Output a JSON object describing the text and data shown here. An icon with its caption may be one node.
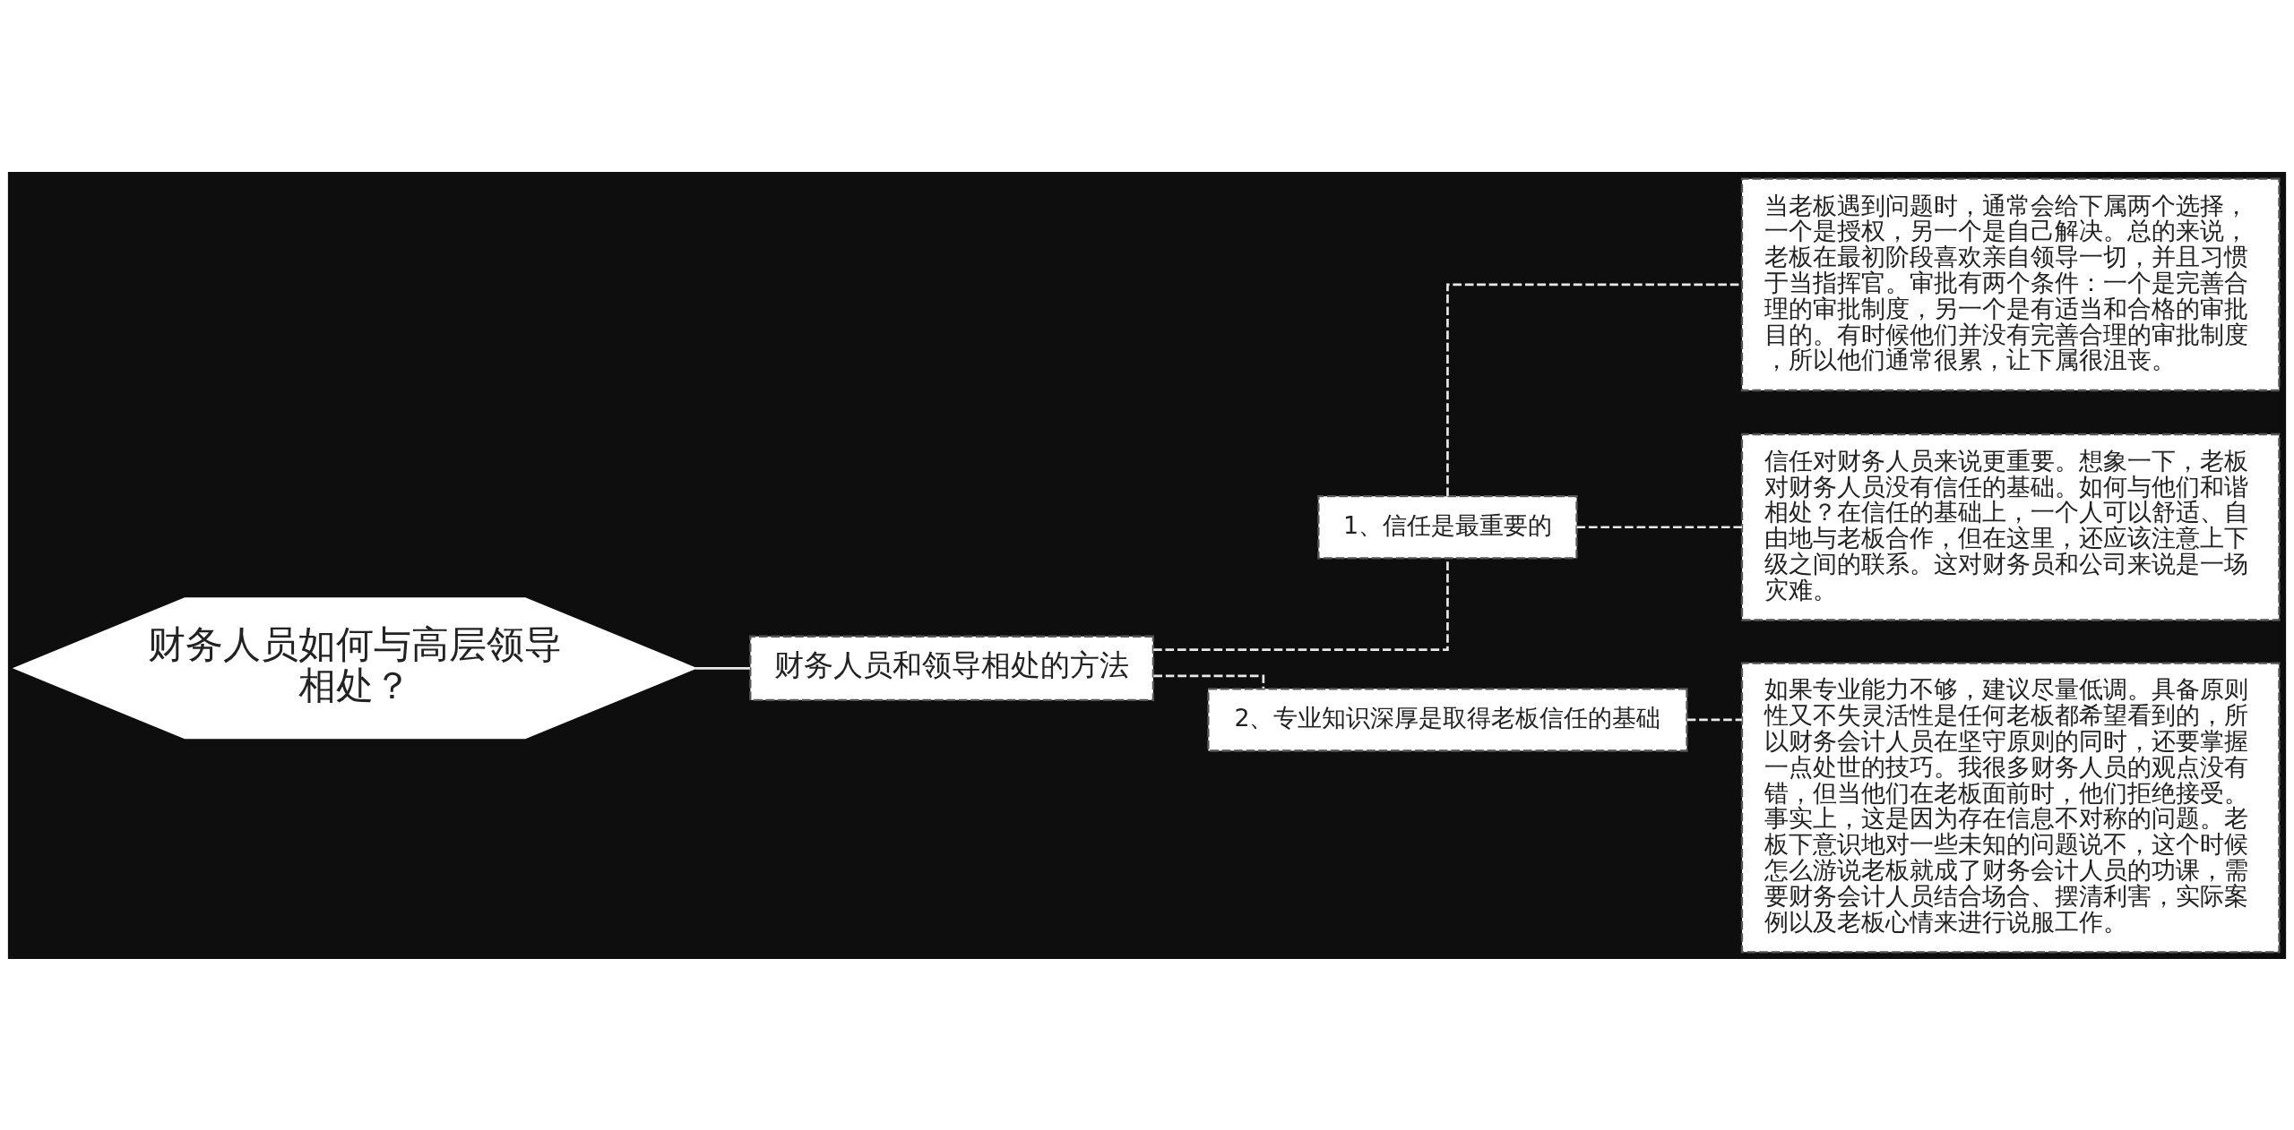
{
  "diagram": {
    "nodes": [
      {
        "text": [
          "财务人员如何与高层领导相处？"
        ]
      },
      {
        "text": [
          "财务人员和领导相处的方法"
        ]
      },
      {
        "text": [
          "1、信任是最重要的"
        ]
      },
      {
        "text": [
          "当老板遇到问题时，通常会给下属两个选择，一个是授权，另一个是自己解决。总的来说，老板在最初阶段喜欢亲自领导一切，并且习惯于当指挥官。审批有两个条件：一个是完善合理的审批制度，另一个是有适当和合格的审批目的。有时候他们并没有完善合理的审批制度，所以他们通常很累，让下属很沮丧。"
        ]
      },
      {
        "text": [
          "信任对财务人员来说更重要。想象一下，老板对财务人员没有信任的基础。如何与他们和谐相处？在信任的基础上，一个人可以舒适、自由地与老板合作，但在这里，还应该注意上下级之间的联系。这对财务员和公司来说是一场灾难。"
        ]
      },
      {
        "text": [
          "2、专业知识深厚是取得老板信任的基础"
        ]
      },
      {
        "text": [
          "如果专业能力不够，建议尽量低调。具备原则性又不失灵活性是任何老板都希望看到的，所以财务会计人员在坚守原则的同时，还要掌握一点处世的技巧。我很多财务人员的观点没有错，但当他们在老板面前时，他们拒绝接受。事实上，这是因为存在信息不对称的问题。老板下意识地对一些未知的问题说不，这个时候怎么游说老板就成了财务会计人员的功课，需要财务会计人员结合场合、摆清利害，实际案例以及老板心情来进行说服工作。"
        ]
      }
    ],
    "edges": [
      {
        "from": 0,
        "to": 1,
        "arrow": "none"
      },
      {
        "from": 1,
        "to": 2,
        "arrow": "none",
        "style": "dashed"
      },
      {
        "from": 2,
        "to": 3,
        "arrow": "none",
        "style": "dashed"
      },
      {
        "from": 2,
        "to": 4,
        "arrow": "none",
        "style": "dashed"
      },
      {
        "from": 1,
        "to": 5,
        "arrow": "none",
        "style": "dashed"
      },
      {
        "from": 5,
        "to": 6,
        "arrow": "none",
        "style": "dashed"
      }
    ]
  }
}
